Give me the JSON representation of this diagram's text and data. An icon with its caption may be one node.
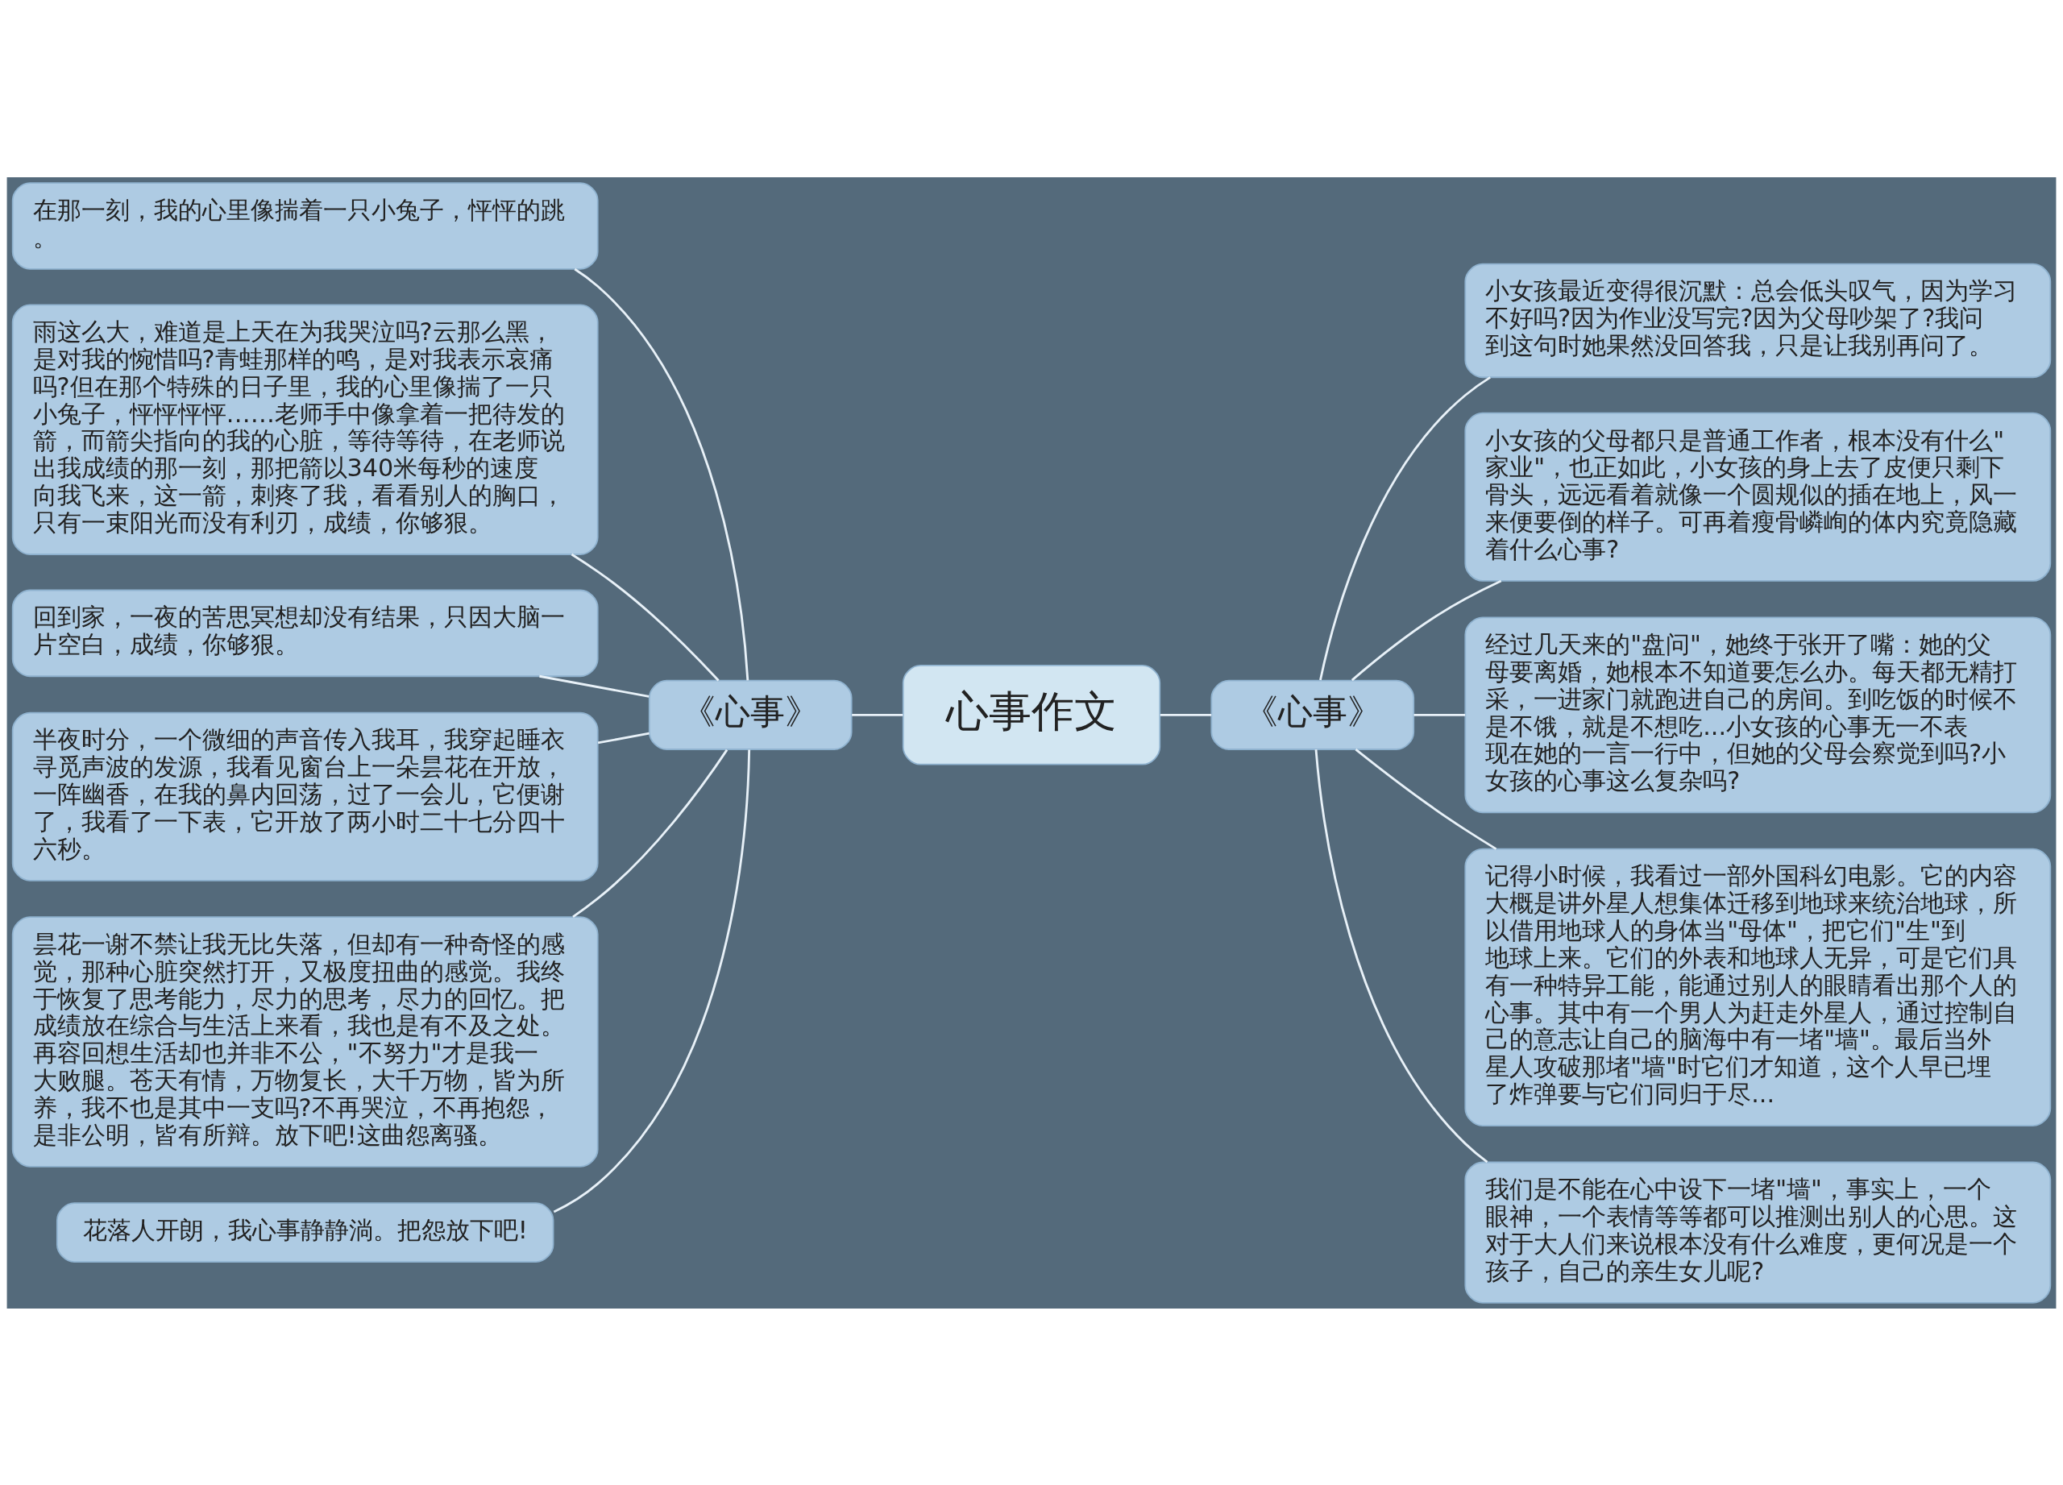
{
  "diagram": {
    "nodes": [
      {
        "text": [
          "心事作文"
        ]
      },
      {
        "text": [
          "《心事》"
        ]
      },
      {
        "text": [
          "《心事》"
        ]
      },
      {
        "text": [
          "在那一刻，我的心里像揣着一只小兔子，怦怦的跳。"
        ]
      },
      {
        "text": [
          "雨这么大，难道是上天在为我哭泣吗?云那么黑，是对我的惋惜吗?青蛙那样的鸣，是对我表示哀痛吗?但在那个特殊的日子里，我的心里像揣了一只小兔子，怦怦怦怦……老师手中像拿着一把待发的箭，而箭尖指向的我的心脏，等待等待，在老师说出我成绩的那一刻，那把箭以340米每秒的速度向我飞来，这一箭，刺疼了我，看看别人的胸口，只有一束阳光而没有利刃，成绩，你够狠。"
        ]
      },
      {
        "text": [
          "回到家，一夜的苦思冥想却没有结果，只因大脑一片空白，成绩，你够狠。"
        ]
      },
      {
        "text": [
          "半夜时分，一个微细的声音传入我耳，我穿起睡衣寻觅声波的发源，我看见窗台上一朵昙花在开放，一阵幽香，在我的鼻内回荡，过了一会儿，它便谢了，我看了一下表，它开放了两小时二十七分四十六秒。"
        ]
      },
      {
        "text": [
          "昙花一谢不禁让我无比失落，但却有一种奇怪的感觉，那种心脏突然打开，又极度扭曲的感觉。我终于恢复了思考能力，尽力的思考，尽力的回忆。把成绩放在综合与生活上来看，我也是有不及之处。再容回想生活却也并非不公，\"不努力\"才是我一大败腿。苍天有情，万物复长，大千万物，皆为所养，我不也是其中一支吗?不再哭泣，不再抱怨，是非公明，皆有所辩。放下吧!这曲怨离骚。"
        ]
      },
      {
        "text": [
          "花落人开朗，我心事静静淌。把怨放下吧!"
        ]
      },
      {
        "text": [
          "小女孩最近变得很沉默：总会低头叹气，因为学习不好吗?因为作业没写完?因为父母吵架了?我问到这句时她果然没回答我，只是让我别再问了。"
        ]
      },
      {
        "text": [
          "小女孩的父母都只是普通工作者，根本没有什么\"家业\"，也正如此，小女孩的身上去了皮便只剩下骨头，远远看着就像一个圆规似的插在地上，风一来便要倒的样子。可再着瘦骨嶙峋的体内究竟隐藏着什么心事?"
        ]
      },
      {
        "text": [
          "经过几天来的\"盘问\"，她终于张开了嘴：她的父母要离婚，她根本不知道要怎么办。每天都无精打采，一进家门就跑进自己的房间。到吃饭的时候不是不饿，就是不想吃...小女孩的心事无一不表现在她的一言一行中，但她的父母会察觉到吗?小女孩的心事这么复杂吗?"
        ]
      },
      {
        "text": [
          "记得小时候，我看过一部外国科幻电影。它的内容大概是讲外星人想集体迁移到地球来统治地球，所以借用地球人的身体当\"母体\"，把它们\"生\"到地球上来。它们的外表和地球人无异，可是它们具有一种特异工能，能通过别人的眼睛看出那个人的心事。其中有一个男人为赶走外星人，通过控制自己的意志让自己的脑海中有一堵\"墙\"。最后当外星人攻破那堵\"墙\"时它们才知道，这个人早已埋了炸弹要与它们同归于尽..."
        ]
      },
      {
        "text": [
          "我们是不能在心中设下一堵\"墙\"，事实上，一个眼神，一个表情等等都可以推测出别人的心思。这对于大人们来说根本没有什么难度，更何况是一个孩子，自己的亲生女儿呢?"
        ]
      }
    ],
    "edges": [
      {
        "from": 0,
        "to": 1,
        "arrow": "none"
      },
      {
        "from": 0,
        "to": 2,
        "arrow": "none"
      },
      {
        "from": 2,
        "to": 3,
        "arrow": "none"
      },
      {
        "from": 2,
        "to": 4,
        "arrow": "none"
      },
      {
        "from": 2,
        "to": 5,
        "arrow": "none"
      },
      {
        "from": 2,
        "to": 6,
        "arrow": "none"
      },
      {
        "from": 2,
        "to": 7,
        "arrow": "none"
      },
      {
        "from": 2,
        "to": 8,
        "arrow": "none"
      },
      {
        "from": 1,
        "to": 9,
        "arrow": "none"
      },
      {
        "from": 1,
        "to": 10,
        "arrow": "none"
      },
      {
        "from": 1,
        "to": 11,
        "arrow": "none"
      },
      {
        "from": 1,
        "to": 12,
        "arrow": "none"
      },
      {
        "from": 1,
        "to": 13,
        "arrow": "none"
      }
    ]
  }
}
